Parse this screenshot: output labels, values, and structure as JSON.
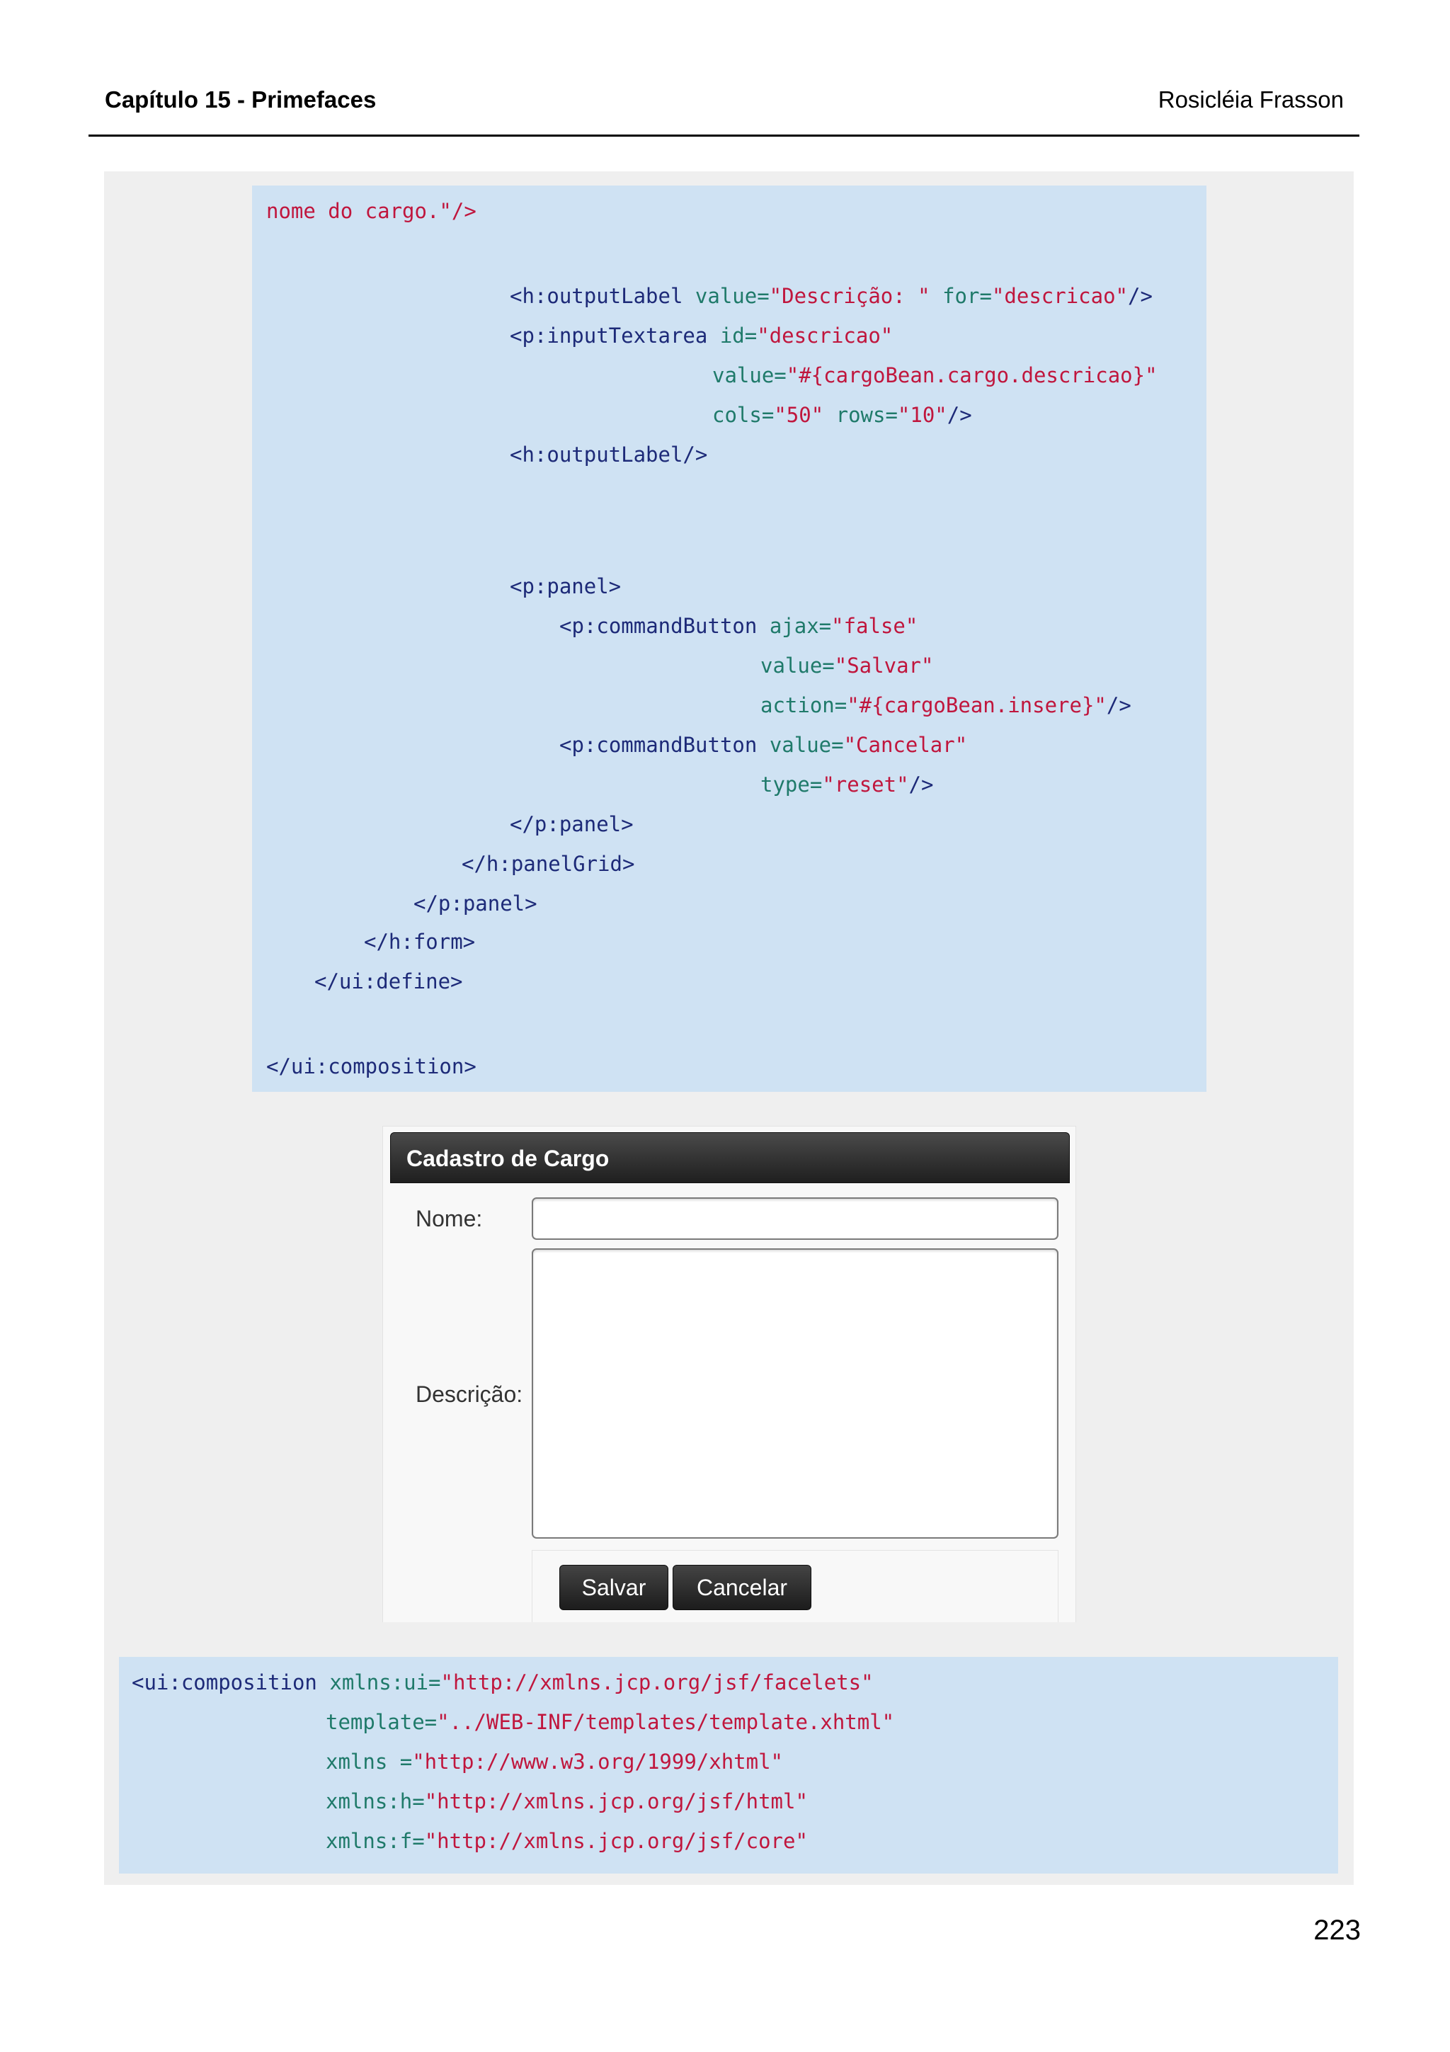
{
  "header": {
    "chapter": "Capítulo 15 - Primefaces",
    "author": "Rosicléia Frasson"
  },
  "code_block_1": {
    "lines": [
      {
        "indent": 0,
        "y": 0,
        "parts": [
          {
            "t": "nome do cargo.\"/>",
            "c": "str-end"
          }
        ]
      },
      {
        "indent": 0,
        "y": 1,
        "parts": [
          {
            "t": "<h:outputLabel",
            "c": "tag"
          },
          {
            "t": " value=",
            "c": "attr"
          },
          {
            "t": "\"Descrição: \"",
            "c": "str"
          },
          {
            "t": " for=",
            "c": "attr"
          },
          {
            "t": "\"descricao\"",
            "c": "str"
          },
          {
            "t": "/>",
            "c": "tag"
          }
        ]
      },
      {
        "indent": 0,
        "y": 2,
        "parts": [
          {
            "t": "<p:inputTextarea",
            "c": "tag"
          },
          {
            "t": " id=",
            "c": "attr"
          },
          {
            "t": "\"descricao\"",
            "c": "str"
          }
        ]
      },
      {
        "indent": 0,
        "y": 3,
        "parts": [
          {
            "t": "value=",
            "c": "attr"
          },
          {
            "t": "\"#{cargoBean.cargo.descricao}\"",
            "c": "str"
          }
        ]
      },
      {
        "indent": 0,
        "y": 4,
        "parts": [
          {
            "t": "cols=",
            "c": "attr"
          },
          {
            "t": "\"50\"",
            "c": "str"
          },
          {
            "t": " rows=",
            "c": "attr"
          },
          {
            "t": "\"10\"",
            "c": "str"
          },
          {
            "t": "/>",
            "c": "tag"
          }
        ]
      },
      {
        "indent": 0,
        "y": 5,
        "parts": [
          {
            "t": "<h:outputLabel/>",
            "c": "tag"
          }
        ]
      },
      {
        "indent": 0,
        "y": 6,
        "parts": [
          {
            "t": "<p:panel>",
            "c": "tag"
          }
        ]
      },
      {
        "indent": 0,
        "y": 7,
        "parts": [
          {
            "t": "<p:commandButton",
            "c": "tag"
          },
          {
            "t": " ajax=",
            "c": "attr"
          },
          {
            "t": "\"false\"",
            "c": "str"
          }
        ]
      },
      {
        "indent": 0,
        "y": 8,
        "parts": [
          {
            "t": "value=",
            "c": "attr"
          },
          {
            "t": "\"Salvar\"",
            "c": "str"
          }
        ]
      },
      {
        "indent": 0,
        "y": 9,
        "parts": [
          {
            "t": "action=",
            "c": "attr"
          },
          {
            "t": "\"#{cargoBean.insere}\"",
            "c": "str"
          },
          {
            "t": "/>",
            "c": "tag"
          }
        ]
      },
      {
        "indent": 0,
        "y": 10,
        "parts": [
          {
            "t": "<p:commandButton",
            "c": "tag"
          },
          {
            "t": " value=",
            "c": "attr"
          },
          {
            "t": "\"Cancelar\"",
            "c": "str"
          }
        ]
      },
      {
        "indent": 0,
        "y": 11,
        "parts": [
          {
            "t": "type=",
            "c": "attr"
          },
          {
            "t": "\"reset\"",
            "c": "str"
          },
          {
            "t": "/>",
            "c": "tag"
          }
        ]
      },
      {
        "indent": 0,
        "y": 12,
        "parts": [
          {
            "t": "</p:panel>",
            "c": "tag"
          }
        ]
      },
      {
        "indent": 0,
        "y": 13,
        "parts": [
          {
            "t": "</h:panelGrid>",
            "c": "tag"
          }
        ]
      },
      {
        "indent": 0,
        "y": 14,
        "parts": [
          {
            "t": "</p:panel>",
            "c": "tag"
          }
        ]
      },
      {
        "indent": 0,
        "y": 15,
        "parts": [
          {
            "t": "</h:form>",
            "c": "tag"
          }
        ]
      },
      {
        "indent": 0,
        "y": 16,
        "parts": [
          {
            "t": "</ui:define>",
            "c": "tag"
          }
        ]
      },
      {
        "indent": 0,
        "y": 17,
        "parts": [
          {
            "t": "</ui:composition>",
            "c": "tag"
          }
        ]
      }
    ]
  },
  "form": {
    "title": "Cadastro de Cargo",
    "nome_label": "Nome:",
    "descricao_label": "Descrição:",
    "save_label": "Salvar",
    "cancel_label": "Cancelar"
  },
  "code_block_2": {
    "lines": [
      {
        "parts": [
          {
            "t": "<ui:composition",
            "c": "tag"
          },
          {
            "t": " xmlns:ui=",
            "c": "attr"
          },
          {
            "t": "\"http://xmlns.jcp.org/jsf/facelets\"",
            "c": "str"
          }
        ]
      },
      {
        "parts": [
          {
            "t": "template=",
            "c": "attr"
          },
          {
            "t": "\"../WEB-INF/templates/template.xhtml\"",
            "c": "str"
          }
        ]
      },
      {
        "parts": [
          {
            "t": "xmlns =",
            "c": "attr"
          },
          {
            "t": "\"http://www.w3.org/1999/xhtml\"",
            "c": "str"
          }
        ]
      },
      {
        "parts": [
          {
            "t": "xmlns:h=",
            "c": "attr"
          },
          {
            "t": "\"http://xmlns.jcp.org/jsf/html\"",
            "c": "str"
          }
        ]
      },
      {
        "parts": [
          {
            "t": "xmlns:f=",
            "c": "attr"
          },
          {
            "t": "\"http://xmlns.jcp.org/jsf/core\"",
            "c": "str"
          }
        ]
      }
    ]
  },
  "page_number": "223"
}
